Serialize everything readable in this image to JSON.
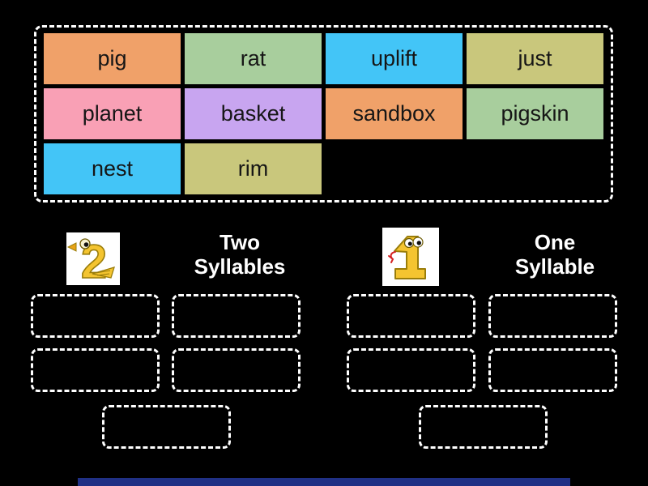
{
  "colors": {
    "background": "#000000",
    "dashed_border": "#ffffff",
    "tile_text": "#161616",
    "label_text": "#ffffff",
    "bottom_bar": "#203085"
  },
  "word_pool": {
    "tiles": [
      {
        "label": "pig",
        "color": "#F0A169"
      },
      {
        "label": "rat",
        "color": "#A8CE9D"
      },
      {
        "label": "uplift",
        "color": "#43C5F7"
      },
      {
        "label": "just",
        "color": "#C9C77C"
      },
      {
        "label": "planet",
        "color": "#F9A0B5"
      },
      {
        "label": "basket",
        "color": "#C8A5F0"
      },
      {
        "label": "sandbox",
        "color": "#F0A169"
      },
      {
        "label": "pigskin",
        "color": "#A8CE9D"
      },
      {
        "label": "nest",
        "color": "#43C5F7"
      },
      {
        "label": "rim",
        "color": "#C9C77C"
      }
    ]
  },
  "groups": [
    {
      "id": "two-syllables",
      "label_lines": [
        "Two",
        "Syllables"
      ],
      "icon": "number-2-swan-icon",
      "empty_slots": 5
    },
    {
      "id": "one-syllable",
      "label_lines": [
        "One",
        "Syllable"
      ],
      "icon": "number-1-snake-icon",
      "empty_slots": 5
    }
  ]
}
